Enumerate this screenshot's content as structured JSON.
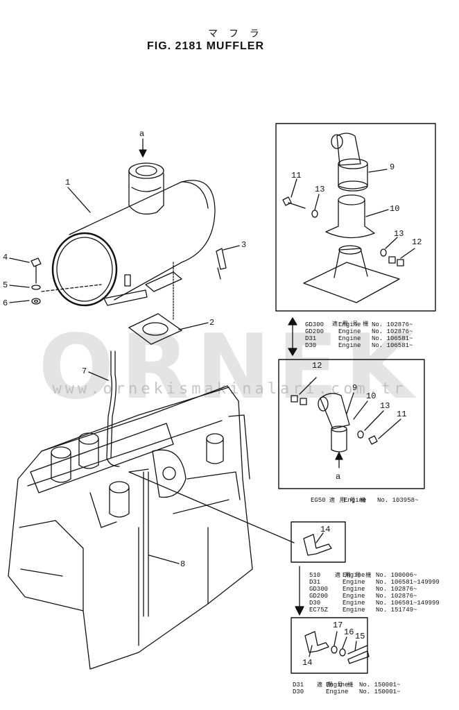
{
  "title": {
    "japanese": "マ フ ラ",
    "main": "FIG. 2181  MUFFLER"
  },
  "watermark": {
    "logo": "ORNEK",
    "url": "www.ornekismakinalari.com.tr"
  },
  "callouts": {
    "c1": "1",
    "c2": "2",
    "c3": "3",
    "c4": "4",
    "c5": "5",
    "c6": "6",
    "c7": "7",
    "c8": "8",
    "a_top": "a",
    "b9": "9",
    "b10": "10",
    "b11": "11",
    "b12": "12",
    "b13a": "13",
    "b13b": "13",
    "d9": "9",
    "d10": "10",
    "d11": "11",
    "d12": "12",
    "d13": "13",
    "d_a": "a",
    "e14": "14",
    "f14": "14",
    "f15": "15",
    "f16": "16",
    "f17": "17"
  },
  "notes": {
    "box1": [
      {
        "model": "GD300",
        "eng": "Engine",
        "no": "No. 102876~"
      },
      {
        "model": "GD200",
        "eng": "Engine",
        "no": "No. 102876~"
      },
      {
        "model": "D31",
        "eng": "Engine",
        "no": "No. 106581~"
      },
      {
        "model": "D30",
        "eng": "Engine",
        "no": "No. 106581~"
      }
    ],
    "box2_header": "適 用 号 機",
    "box2": [
      {
        "model": "EG50",
        "eng": "Engine",
        "no": "No. 103958~"
      }
    ],
    "box3_header": "適 用 号 機",
    "box3": [
      {
        "model": "510",
        "eng": "Engine",
        "no": "No. 100006~"
      },
      {
        "model": "D31",
        "eng": "Engine",
        "no": "No. 106581~149999"
      },
      {
        "model": "GD300",
        "eng": "Engine",
        "no": "No. 102876~"
      },
      {
        "model": "GD200",
        "eng": "Engine",
        "no": "No. 102876~"
      },
      {
        "model": "D30",
        "eng": "Engine",
        "no": "No. 106581~149999"
      },
      {
        "model": "EC75Z",
        "eng": "Engine",
        "no": "No. 151749~"
      }
    ],
    "box4_header": "適 用 号 機",
    "box4": [
      {
        "model": "D31",
        "eng": "Engine",
        "no": "No. 150001~"
      },
      {
        "model": "D30",
        "eng": "Engine",
        "no": "No. 150001~"
      }
    ],
    "box1_header": "適 用 号 機"
  }
}
